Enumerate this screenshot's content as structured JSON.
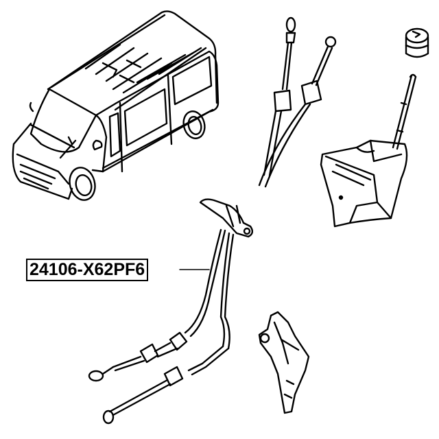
{
  "diagram": {
    "type": "parts-exploded-view",
    "part_number": "24106-X62PF6",
    "components": [
      {
        "name": "van",
        "description": "Vehicle silhouette (high-roof panel van)"
      },
      {
        "name": "gear-shift-cable-assembly",
        "description": "Twin transmission control cables with guide bracket",
        "label": "24106-X62PF6"
      },
      {
        "name": "gear-knob-boot",
        "description": "Shift knob"
      },
      {
        "name": "gear-shift-lever-housing",
        "description": "Shift lever and housing"
      },
      {
        "name": "transmission-bracket",
        "description": "Cable mounting bracket on transmission"
      }
    ],
    "colors": {
      "line": "#000000",
      "background": "#ffffff"
    }
  }
}
